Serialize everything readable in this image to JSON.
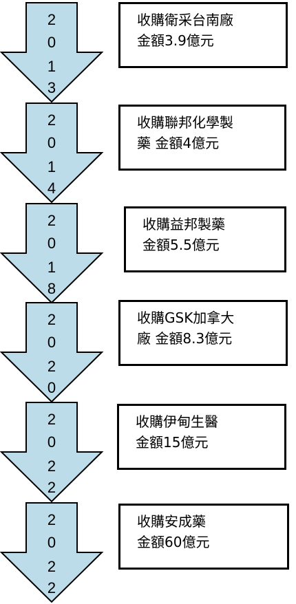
{
  "arrow_fill": "#bcdcea",
  "border_color": "#000000",
  "events": [
    {
      "year_digits": [
        "2",
        "0",
        "1",
        "3"
      ],
      "lines": [
        "收購衛采台南廠",
        "金額3.9億元"
      ]
    },
    {
      "year_digits": [
        "2",
        "0",
        "1",
        "4"
      ],
      "lines": [
        "收購聯邦化學製",
        "藥 金額4億元"
      ]
    },
    {
      "year_digits": [
        "2",
        "0",
        "1",
        "8"
      ],
      "lines": [
        "收購益邦製藥",
        "金額5.5億元"
      ]
    },
    {
      "year_digits": [
        "2",
        "0",
        "2",
        "0"
      ],
      "lines": [
        "收購GSK加拿大",
        "廠 金額8.3億元"
      ]
    },
    {
      "year_digits": [
        "2",
        "0",
        "2",
        "2"
      ],
      "lines": [
        "收購伊甸生醫",
        "金額15億元"
      ]
    },
    {
      "year_digits": [
        "2",
        "0",
        "2",
        "2"
      ],
      "lines": [
        "收購安成藥",
        "金額60億元"
      ]
    }
  ]
}
